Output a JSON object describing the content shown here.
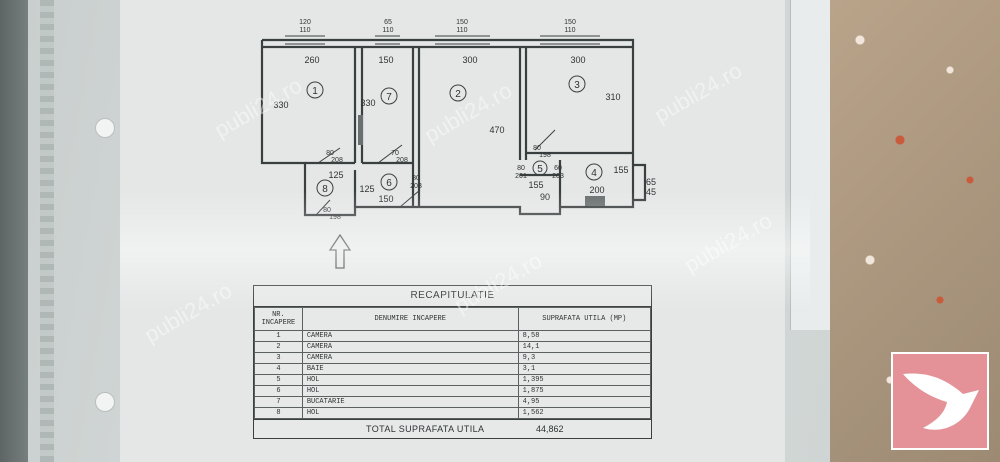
{
  "plan": {
    "rooms": [
      {
        "id": "room-1",
        "number": "1"
      },
      {
        "id": "room-2",
        "number": "2"
      },
      {
        "id": "room-3",
        "number": "3"
      },
      {
        "id": "room-4",
        "number": "4"
      },
      {
        "id": "room-5",
        "number": "5"
      },
      {
        "id": "room-6",
        "number": "6"
      },
      {
        "id": "room-7",
        "number": "7"
      },
      {
        "id": "room-8",
        "number": "8"
      }
    ],
    "dimensions": [
      "260",
      "150",
      "300",
      "300",
      "330",
      "330",
      "470",
      "310",
      "125",
      "125",
      "150",
      "155",
      "200",
      "90",
      "155",
      "65",
      "45"
    ],
    "top_marks": [
      "120",
      "110",
      "65",
      "110",
      "150",
      "110",
      "150",
      "110"
    ],
    "door_marks": [
      "80",
      "208",
      "70",
      "208",
      "80",
      "203",
      "80",
      "201",
      "80",
      "198",
      "60",
      "203",
      "80",
      "198"
    ]
  },
  "table": {
    "title": "RECAPITULATIE",
    "headers": [
      "NR. INCAPERE",
      "DENUMIRE INCAPERE",
      "SUPRAFATA UTILA (MP)"
    ],
    "rows": [
      [
        "1",
        "CAMERA",
        "8,58"
      ],
      [
        "2",
        "CAMERA",
        "14,1"
      ],
      [
        "3",
        "CAMERA",
        "9,3"
      ],
      [
        "4",
        "BAIE",
        "3,1"
      ],
      [
        "5",
        "HOL",
        "1,395"
      ],
      [
        "6",
        "HOL",
        "1,875"
      ],
      [
        "7",
        "BUCATARIE",
        "4,95"
      ],
      [
        "8",
        "HOL",
        "1,562"
      ]
    ],
    "total_label": "TOTAL SUPRAFATA UTILA",
    "total_value": "44,862"
  },
  "watermark": "publi24.ro",
  "colors": {
    "paper": "#e4e7e6",
    "ink": "#2d3232",
    "logo": "#e49297"
  },
  "logo_icon": "bird-logo-icon"
}
